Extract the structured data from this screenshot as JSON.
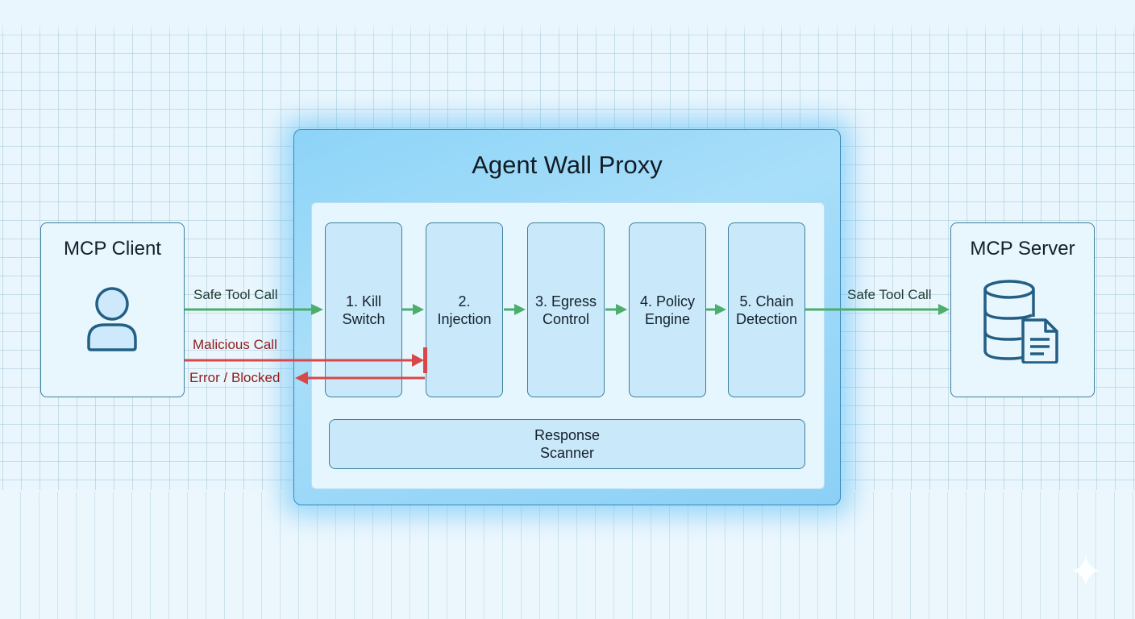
{
  "diagram": {
    "title": "Agent Wall Proxy",
    "client": {
      "title": "MCP Client",
      "icon": "user-icon"
    },
    "server": {
      "title": "MCP Server",
      "icon": "database-document-icon"
    },
    "stages": [
      {
        "label": "1. Kill\nSwitch"
      },
      {
        "label": "2.\nInjection"
      },
      {
        "label": "3. Egress\nControl"
      },
      {
        "label": "4. Policy\nEngine"
      },
      {
        "label": "5. Chain\nDetection"
      }
    ],
    "response_scanner": {
      "label": "Response\nScanner"
    },
    "flows": {
      "safe_in": "Safe Tool Call",
      "malicious": "Malicious Call",
      "blocked": "Error / Blocked",
      "safe_out": "Safe Tool Call"
    },
    "colors": {
      "safe": "#4cae6c",
      "blocked": "#d94848",
      "proxy": "#8dd4f8",
      "stage": "#c9e9fb",
      "border": "#3c7e9c",
      "background": "#eaf6fd"
    },
    "watermark_icon": "sparkle-icon"
  }
}
